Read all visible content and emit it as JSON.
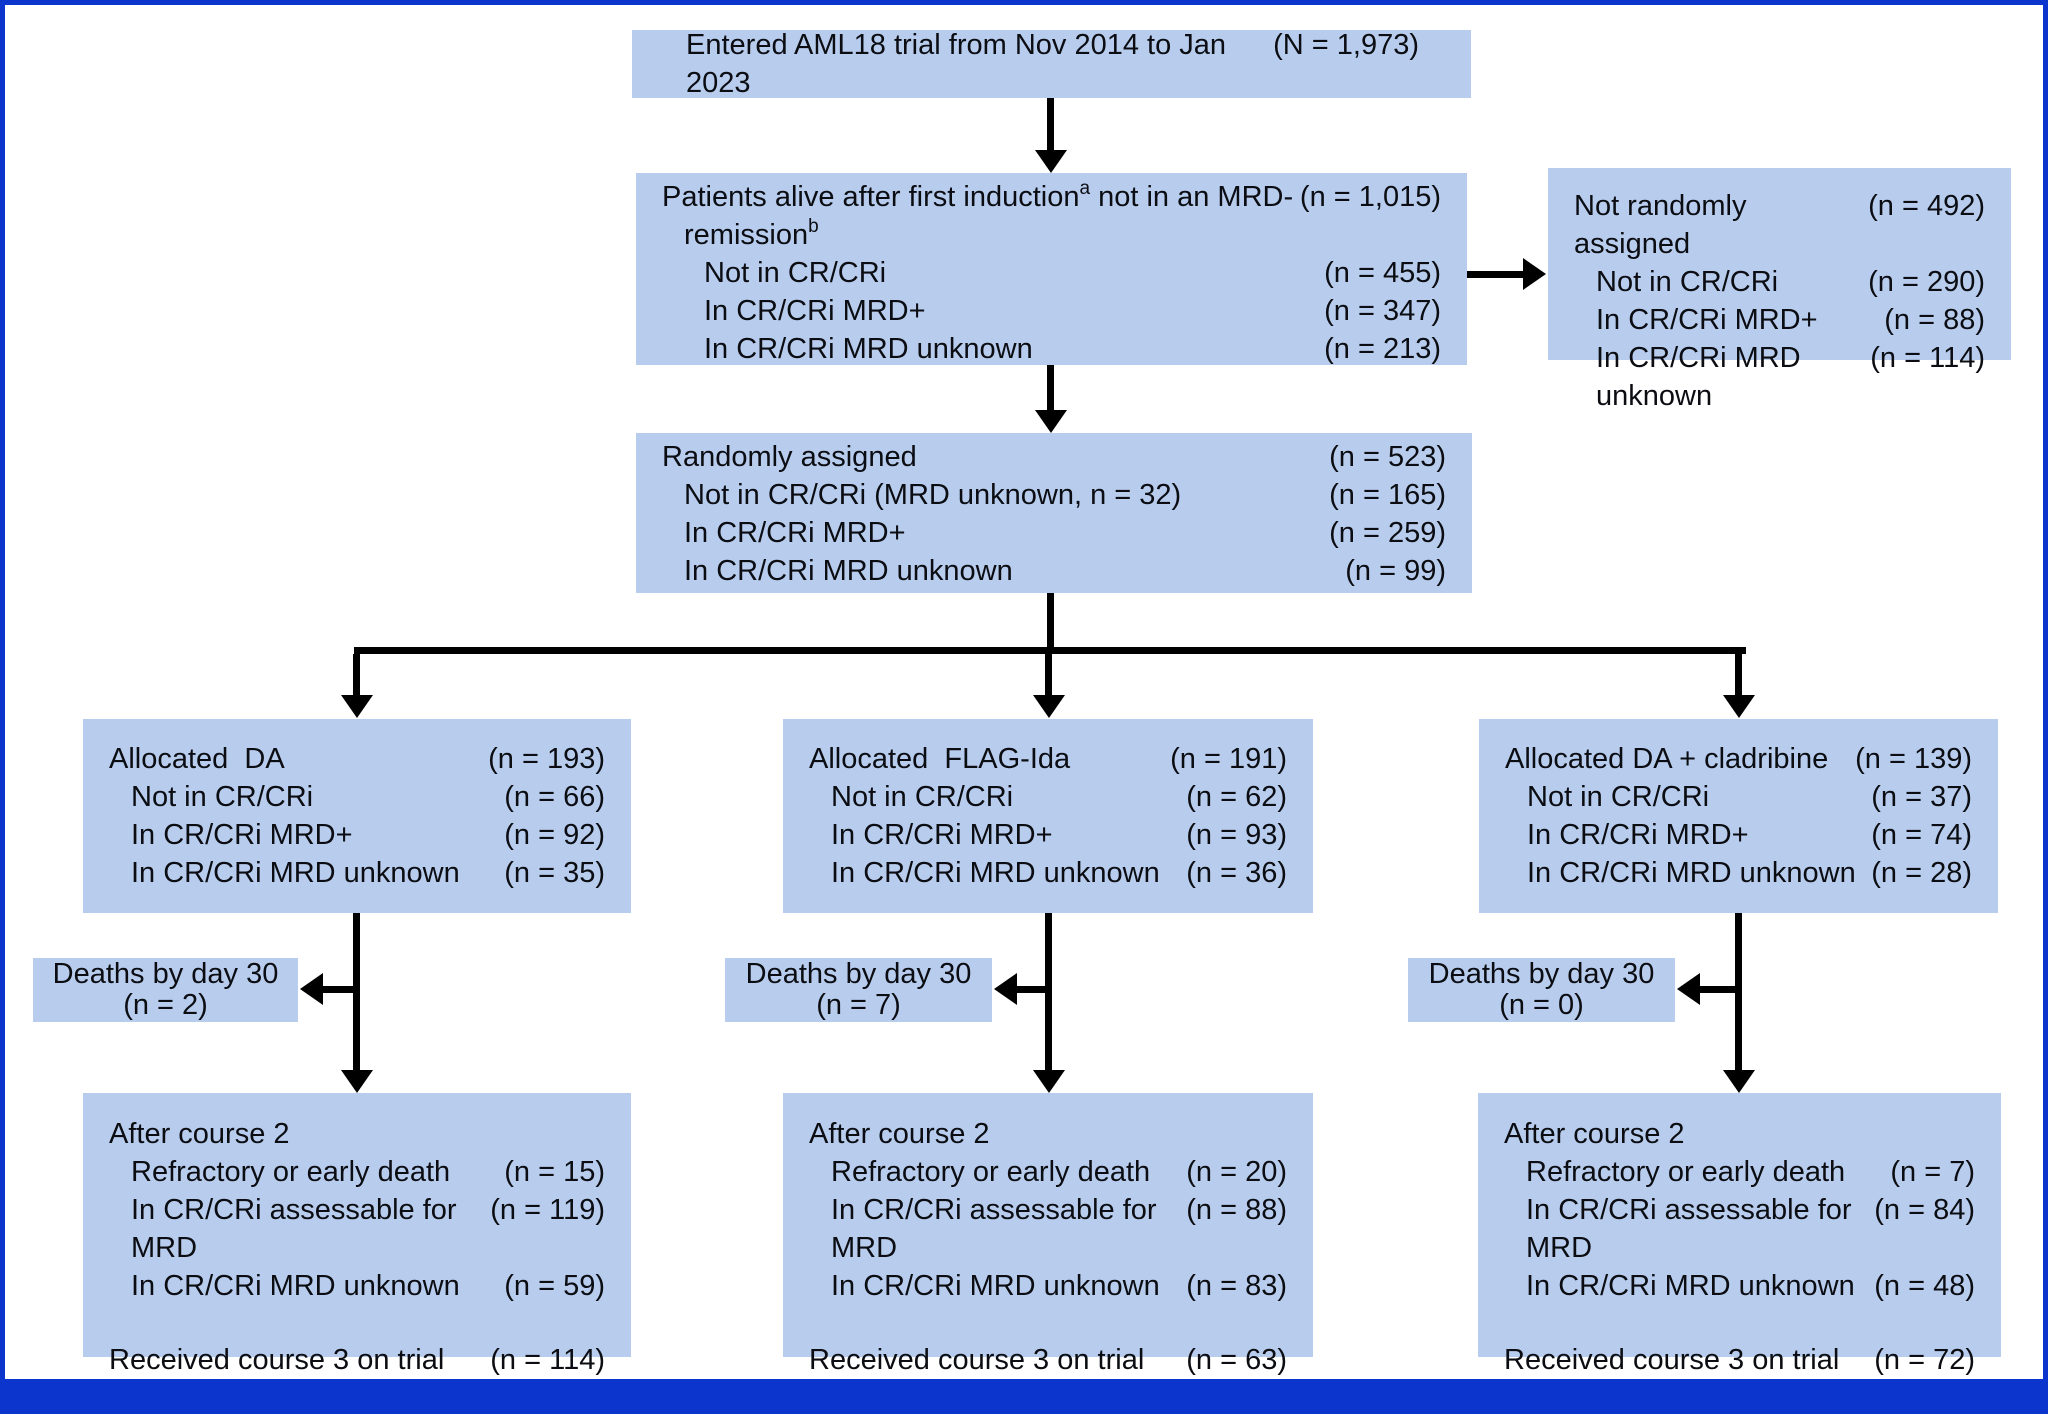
{
  "figure": {
    "border_color": "#0b35cd",
    "footer_color": "#0b35cd",
    "box_fill": "#b8cdee",
    "line_color": "#000000"
  },
  "enrollment": {
    "label": "Entered AML18 trial from Nov 2014 to Jan 2023",
    "count": "(N = 1,973)"
  },
  "post_induction": {
    "line1_pre": "Patients alive after first induction",
    "line1_sup": "a",
    "line1_post": " not in an MRD-",
    "count": "(n = 1,015)",
    "line2": "remission",
    "line2_sup": "b",
    "rows": [
      {
        "label": "Not in CR/CRi",
        "count": "(n = 455)"
      },
      {
        "label": "In CR/CRi MRD+",
        "count": "(n = 347)"
      },
      {
        "label": "In CR/CRi MRD unknown",
        "count": "(n = 213)"
      }
    ]
  },
  "not_randomized": {
    "title": "Not randomly assigned",
    "title_count": "(n = 492)",
    "rows": [
      {
        "label": "Not in CR/CRi",
        "count": "(n = 290)"
      },
      {
        "label": "In CR/CRi MRD+",
        "count": "(n = 88)"
      },
      {
        "label": "In CR/CRi MRD unknown",
        "count": "(n = 114)"
      }
    ]
  },
  "randomized": {
    "title": "Randomly assigned",
    "title_count": "(n = 523)",
    "rows": [
      {
        "label": "Not in CR/CRi (MRD unknown, n = 32)",
        "count": "(n = 165)"
      },
      {
        "label": "In CR/CRi MRD+",
        "count": "(n = 259)"
      },
      {
        "label": "In CR/CRi MRD unknown",
        "count": "(n = 99)"
      }
    ]
  },
  "arms": [
    {
      "allocated": {
        "title": "Allocated  DA",
        "title_count": "(n = 193)",
        "rows": [
          {
            "label": "Not in CR/CRi",
            "count": "(n = 66)"
          },
          {
            "label": "In CR/CRi MRD+",
            "count": "(n = 92)"
          },
          {
            "label": "In CR/CRi MRD unknown",
            "count": "(n = 35)"
          }
        ]
      },
      "deaths": {
        "line1": "Deaths by day 30",
        "line2": "(n = 2)"
      },
      "after_course2": {
        "title": "After course 2",
        "rows": [
          {
            "label": "Refractory or early death",
            "count": "(n = 15)"
          },
          {
            "label": "In CR/CRi assessable for MRD",
            "count": "(n = 119)"
          },
          {
            "label": "In CR/CRi MRD unknown",
            "count": "(n = 59)"
          }
        ],
        "received_label": "Received course 3 on trial",
        "received_count": "(n = 114)"
      }
    },
    {
      "allocated": {
        "title": "Allocated  FLAG-Ida",
        "title_count": "(n = 191)",
        "rows": [
          {
            "label": "Not in CR/CRi",
            "count": "(n = 62)"
          },
          {
            "label": "In CR/CRi MRD+",
            "count": "(n = 93)"
          },
          {
            "label": "In CR/CRi MRD unknown",
            "count": "(n = 36)"
          }
        ]
      },
      "deaths": {
        "line1": "Deaths by day 30",
        "line2": "(n = 7)"
      },
      "after_course2": {
        "title": "After course 2",
        "rows": [
          {
            "label": "Refractory or early death",
            "count": "(n = 20)"
          },
          {
            "label": "In CR/CRi assessable for MRD",
            "count": "(n = 88)"
          },
          {
            "label": "In CR/CRi MRD unknown",
            "count": "(n = 83)"
          }
        ],
        "received_label": "Received course 3 on trial",
        "received_count": "(n = 63)"
      }
    },
    {
      "allocated": {
        "title": "Allocated DA + cladribine",
        "title_count": "(n = 139)",
        "rows": [
          {
            "label": "Not in CR/CRi",
            "count": "(n = 37)"
          },
          {
            "label": "In CR/CRi MRD+",
            "count": "(n = 74)"
          },
          {
            "label": "In CR/CRi MRD unknown",
            "count": "(n = 28)"
          }
        ]
      },
      "deaths": {
        "line1": "Deaths by day 30",
        "line2": "(n = 0)"
      },
      "after_course2": {
        "title": "After course 2",
        "rows": [
          {
            "label": "Refractory or early death",
            "count": "(n = 7)"
          },
          {
            "label": "In CR/CRi assessable for MRD",
            "count": "(n = 84)"
          },
          {
            "label": "In CR/CRi MRD unknown",
            "count": "(n = 48)"
          }
        ],
        "received_label": "Received course 3 on trial",
        "received_count": "(n = 72)"
      }
    }
  ]
}
